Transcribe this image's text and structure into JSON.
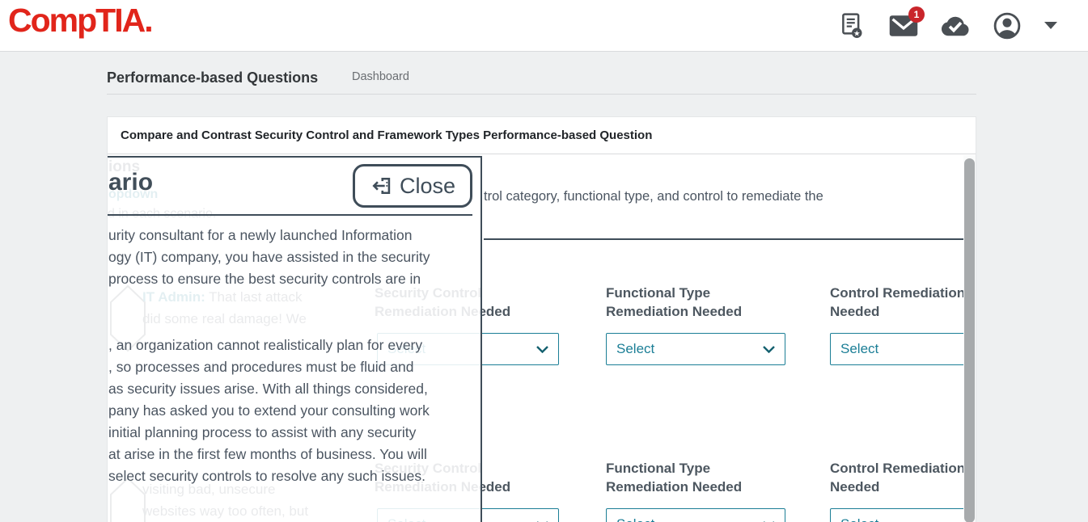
{
  "colors": {
    "logo_red": "#e1251b",
    "badge_red": "#c9252b",
    "slate": "#3f4d59",
    "teal_accent": "#1b7e96",
    "page_bg": "#eef0f1"
  },
  "topbar": {
    "logo_text": "CompTIA.",
    "icons": [
      "document-star-icon",
      "envelope-icon",
      "cloud-check-icon",
      "user-icon",
      "caret-down-icon"
    ],
    "mail_badge_count": "1"
  },
  "breadcrumb": {
    "title": "Performance-based Questions",
    "dashboard_label": "Dashboard"
  },
  "card": {
    "title": "Compare and Contrast Security Control and Framework Types Performance-based Question"
  },
  "form": {
    "instruction_fragment": "trol category, functional type, and control to remediate the",
    "rows": [
      {
        "columns": [
          {
            "header_line1": "Security Control",
            "header_line2": "Remediation Needed",
            "select_label": "Select"
          },
          {
            "header_line1": "Functional Type",
            "header_line2": "Remediation Needed",
            "select_label": "Select"
          },
          {
            "header_line1": "Control Remediation",
            "header_line2": "Needed",
            "select_label": "Select"
          }
        ]
      },
      {
        "columns": [
          {
            "header_line1": "Security Control",
            "header_line2": "Remediation Needed",
            "select_label": "Select"
          },
          {
            "header_line1": "Functional Type",
            "header_line2": "Remediation Needed",
            "select_label": "Select"
          },
          {
            "header_line1": "Control Remediation",
            "header_line2": "Needed",
            "select_label": "Select"
          }
        ]
      }
    ]
  },
  "ghost": {
    "heading_fragment": "ions",
    "dropdown_fragment": "opdown",
    "scenario_fragment": "d in each scenario.",
    "chat1_label": "IT Admin:",
    "chat1_line1": " That last attack",
    "chat1_line2": "did some real damage! We",
    "chat2_line1": "visiting bad, unsecure",
    "chat2_line2": "websites way too often, but"
  },
  "modal": {
    "title_fragment": "ario",
    "close_label": "Close",
    "body_lines": [
      "urity consultant for a newly launched Information",
      "ogy (IT) company, you have assisted in the security",
      "process to ensure the best security controls are in",
      ", an organization cannot realistically plan for every",
      ", so processes and procedures must be fluid and",
      "as security issues arise. With all things considered,",
      "pany has asked you to extend your consulting work",
      "initial planning process to assist with any security",
      "at arise in the first few months of business. You will",
      "select security controls to resolve any such issues."
    ]
  }
}
